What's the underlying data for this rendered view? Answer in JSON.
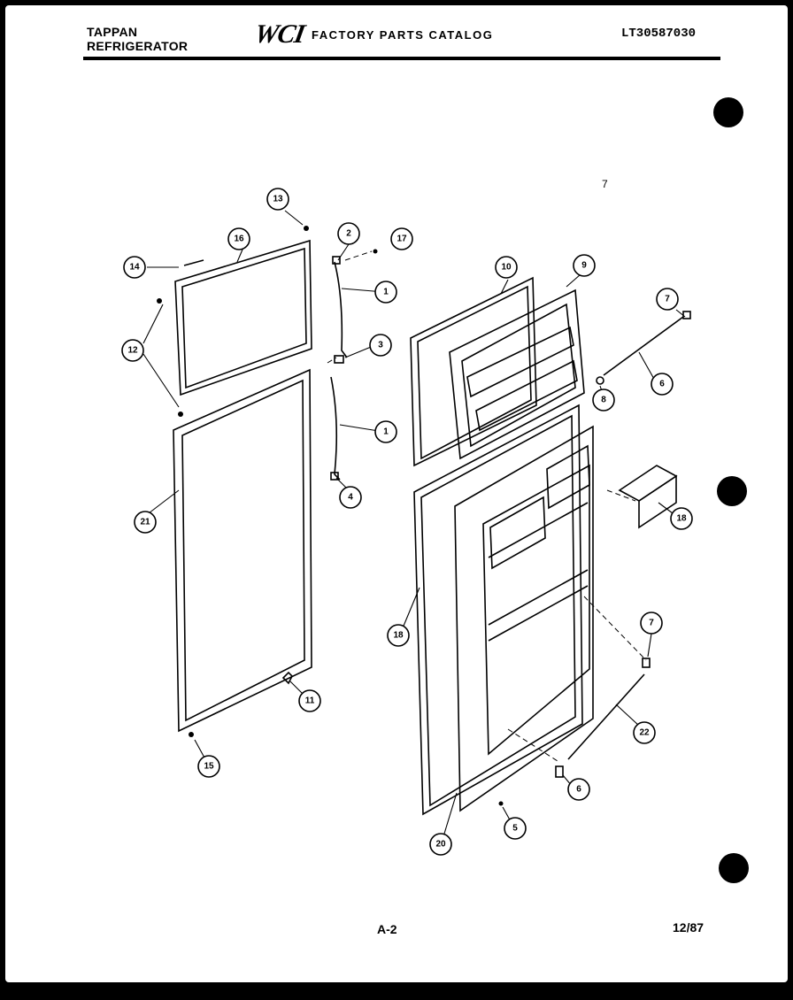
{
  "header": {
    "brand": "TAPPAN",
    "product": "REFRIGERATOR",
    "logo": "WCI",
    "catalog_title": "FACTORY PARTS CATALOG",
    "model_number": "LT30587030"
  },
  "footer": {
    "page_number": "A-2",
    "date": "12/87"
  },
  "stray_mark": "7",
  "callouts": [
    "13",
    "16",
    "14",
    "12",
    "2",
    "17",
    "1",
    "3",
    "1",
    "4",
    "21",
    "11",
    "15",
    "10",
    "9",
    "7",
    "8",
    "6",
    "18",
    "18",
    "7",
    "22",
    "6",
    "5",
    "20"
  ]
}
